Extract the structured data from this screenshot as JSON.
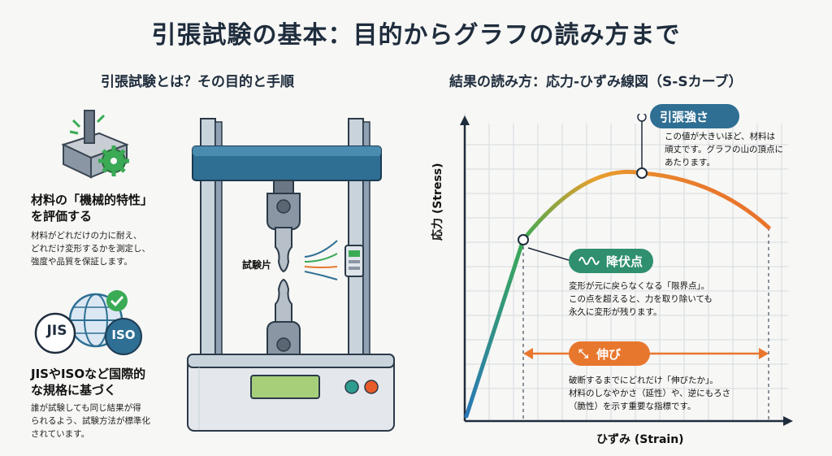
{
  "title": "引張試験の基本：目的からグラフの読み方まで",
  "left": {
    "heading": "引張試験とは？その目的と手順",
    "feature1": {
      "title_line1": "材料の「機械的特性」",
      "title_line2": "を評価する",
      "desc_line1": "材料がどれだけの力に耐え、",
      "desc_line2": "どれだけ変形するかを測定し、",
      "desc_line3": "強度や品質を保証します。"
    },
    "feature2": {
      "badge_jis": "JIS",
      "badge_iso": "ISO",
      "title_line1": "JISやISOなど国際的",
      "title_line2": "な規格に基づく",
      "desc_line1": "誰が試験しても同じ結果が得",
      "desc_line2": "られるよう、試験方法が標準化",
      "desc_line3": "されています。"
    },
    "specimen_label": "試験片"
  },
  "right": {
    "heading": "結果の読み方：応力-ひずみ線図（S-Sカーブ）",
    "y_axis": "応力 (Stress)",
    "x_axis": "ひずみ (Strain)",
    "tensile_strength": {
      "label": "引張強さ",
      "desc_line1": "この値が大きいほど、材料は",
      "desc_line2": "頑丈です。グラフの山の頂点に",
      "desc_line3": "あたります。"
    },
    "yield_point": {
      "label": "降伏点",
      "desc_line1": "変形が元に戻らなくなる「限界点」。",
      "desc_line2": "この点を超えると、力を取り除いても",
      "desc_line3": "永久に変形が残ります。"
    },
    "elongation": {
      "label": "伸び",
      "desc_line1": "破断するまでにどれだけ「伸びたか」。",
      "desc_line2": "材料のしなやかさ（延性）や、逆にもろさ",
      "desc_line3": "（脆性）を示す重要な指標です。"
    }
  },
  "colors": {
    "tensile": "#2e6f93",
    "yield": "#2f8f6f",
    "elongation": "#e8772e",
    "curve_start": "#2a78b8",
    "curve_mid": "#3aaa55",
    "curve_end": "#e85a2a"
  }
}
